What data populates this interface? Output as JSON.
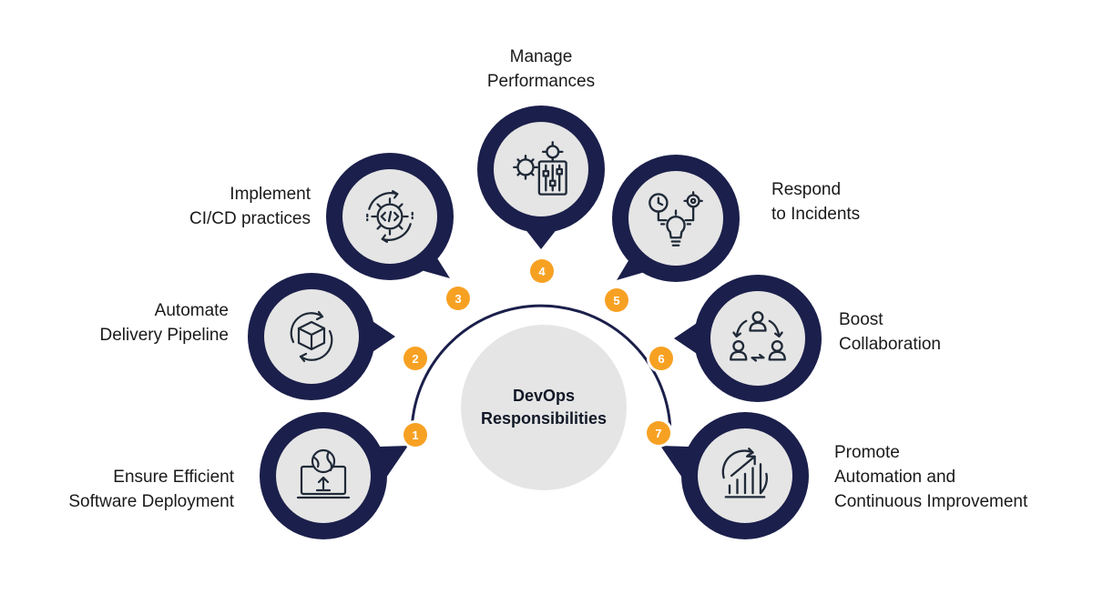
{
  "center": {
    "line1": "DevOps",
    "line2": "Responsibilities"
  },
  "colors": {
    "navy": "#1b1f4b",
    "orange": "#f7a123",
    "grey": "#e5e5e5"
  },
  "steps": [
    {
      "number": "1",
      "line1": "Ensure Efficient",
      "line2": "Software Deployment",
      "icon": "laptop-globe-upload-icon"
    },
    {
      "number": "2",
      "line1": "Automate",
      "line2": "Delivery Pipeline",
      "icon": "cube-cycle-icon"
    },
    {
      "number": "3",
      "line1": "Implement",
      "line2": "CI/CD practices",
      "icon": "gear-code-cycle-icon"
    },
    {
      "number": "4",
      "line1": "Manage",
      "line2": "Performances",
      "icon": "gears-sliders-icon"
    },
    {
      "number": "5",
      "line1": "Respond",
      "line2": "to Incidents",
      "icon": "clock-gear-bulb-icon"
    },
    {
      "number": "6",
      "line1": "Boost",
      "line2": "Collaboration",
      "icon": "team-cycle-icon"
    },
    {
      "number": "7",
      "line1": "Promote",
      "line2": "Automation and",
      "line3": "Continuous Improvement",
      "icon": "growth-chart-icon"
    }
  ]
}
